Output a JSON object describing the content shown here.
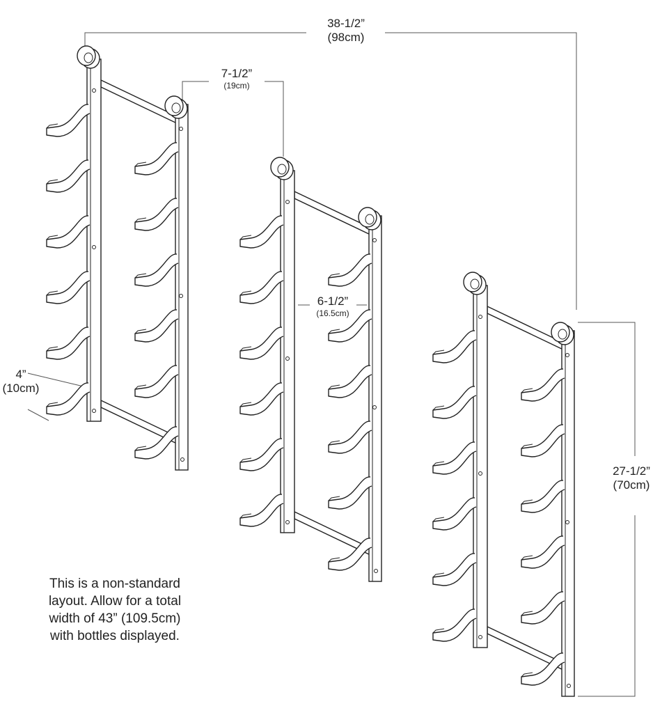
{
  "dimensions": {
    "total_width": {
      "imperial": "38-1/2”",
      "metric": "(98cm)"
    },
    "rack_offset": {
      "imperial": "7-1/2”",
      "metric": "(19cm)"
    },
    "rack_gap": {
      "imperial": "6-1/2”",
      "metric": "(16.5cm)"
    },
    "rack_height": {
      "imperial": "27-1/2”",
      "metric": "(70cm)"
    },
    "cradle_depth": {
      "imperial": "4”",
      "metric": "(10cm)"
    }
  },
  "note": {
    "lines": [
      "This is a non-standard",
      "layout. Allow for a total",
      "width of 43” (109.5cm)",
      "with bottles displayed."
    ]
  },
  "racks": {
    "count": 3,
    "bottles_per_rack": 12
  },
  "colors": {
    "line": "#222222",
    "background": "#ffffff"
  }
}
